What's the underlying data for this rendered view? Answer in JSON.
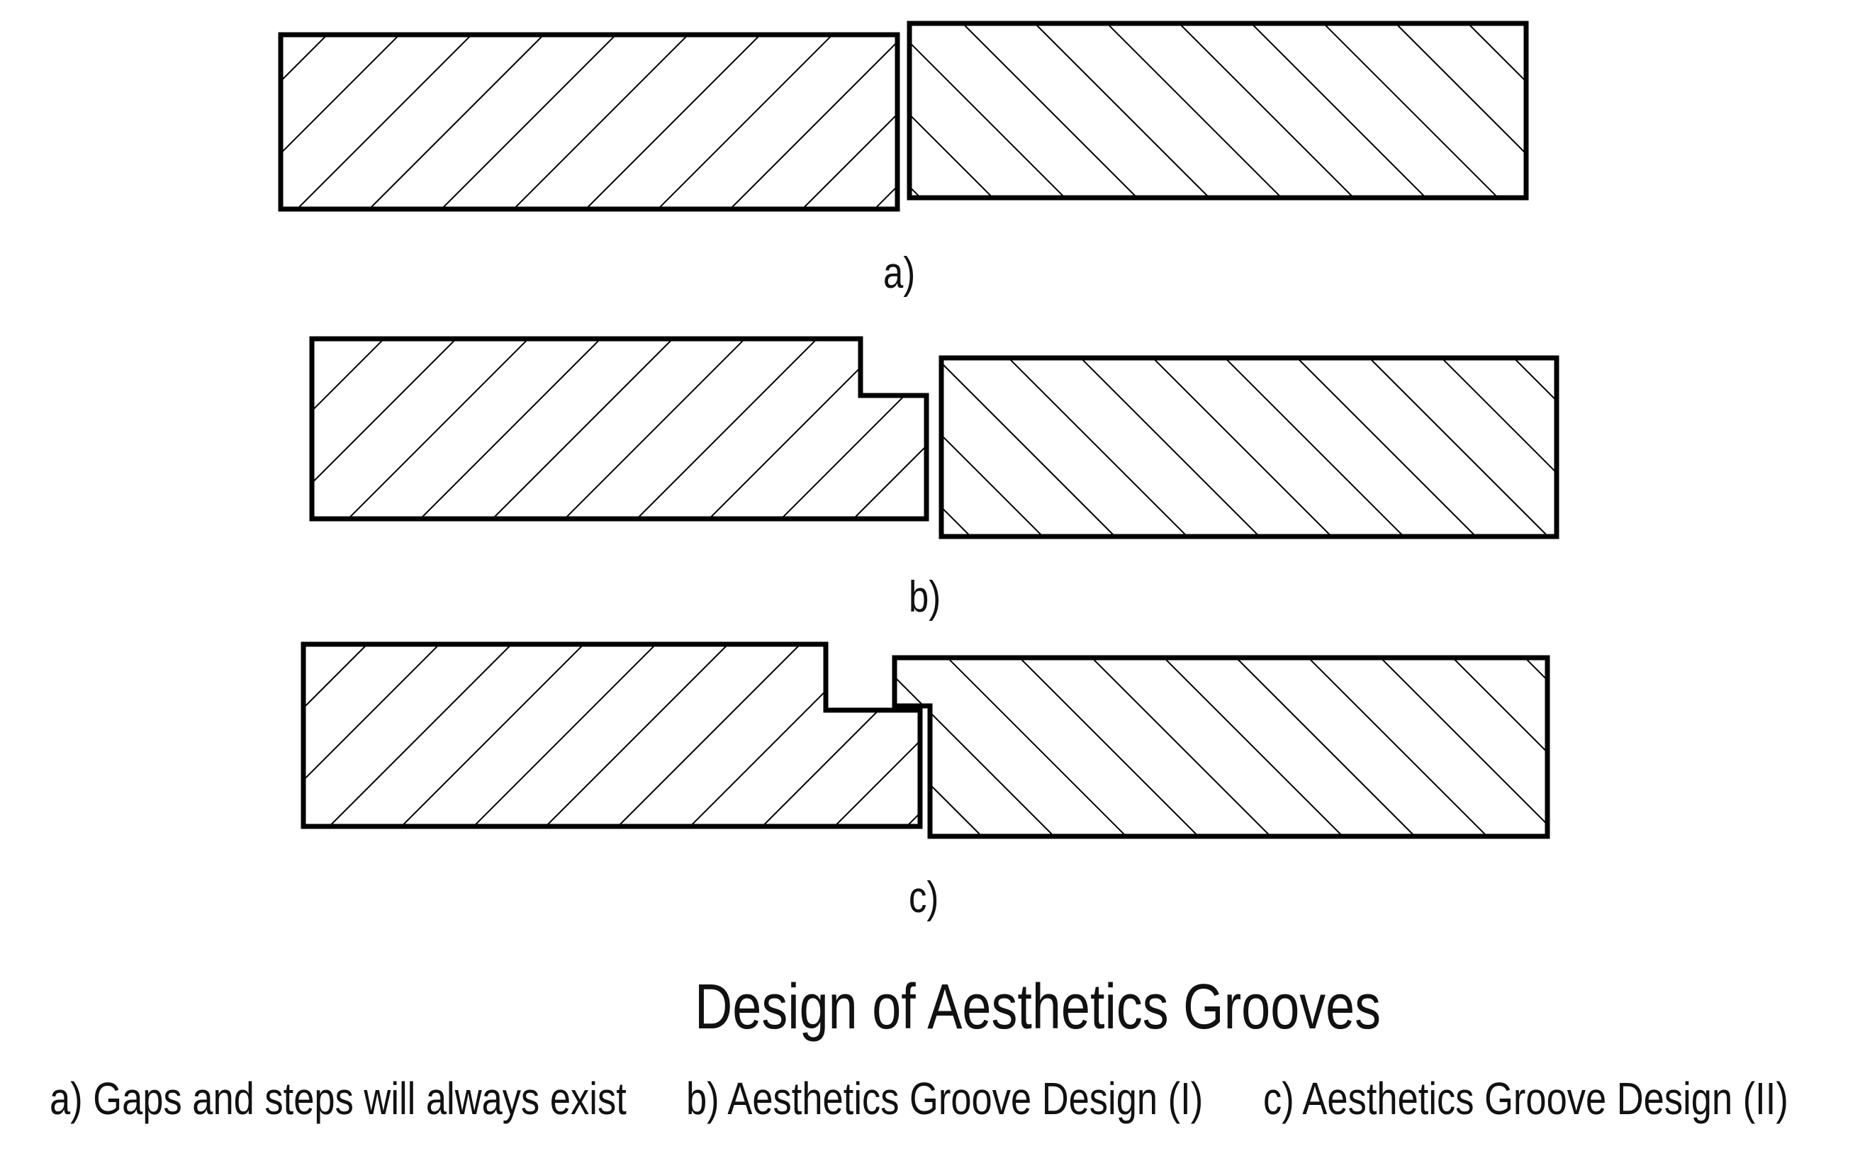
{
  "diagram": {
    "sub_labels": {
      "a": "a)",
      "b": "b)",
      "c": "c)"
    },
    "title": "Design of Aesthetics Grooves",
    "captions": {
      "a": "a) Gaps and steps will always exist",
      "b": "b) Aesthetics Groove Design (I)",
      "c": "c) Aesthetics Groove Design (II)"
    },
    "colors": {
      "outline": "#000000",
      "hatch": "#000000",
      "background": "#ffffff"
    },
    "hatch_patterns": [
      "forward-diagonal",
      "back-diagonal"
    ]
  }
}
